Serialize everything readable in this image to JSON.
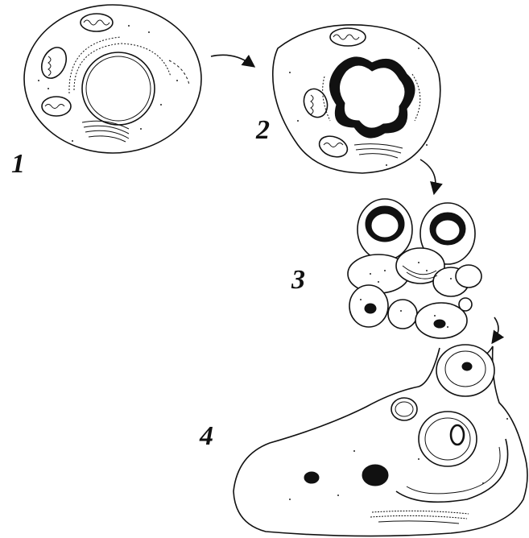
{
  "labels": {
    "stage1": "1",
    "stage2": "2",
    "stage3": "3",
    "stage4": "4"
  },
  "colors": {
    "ink": "#111111",
    "background": "#ffffff"
  },
  "icons": {
    "arrow": "curved-arrow"
  }
}
